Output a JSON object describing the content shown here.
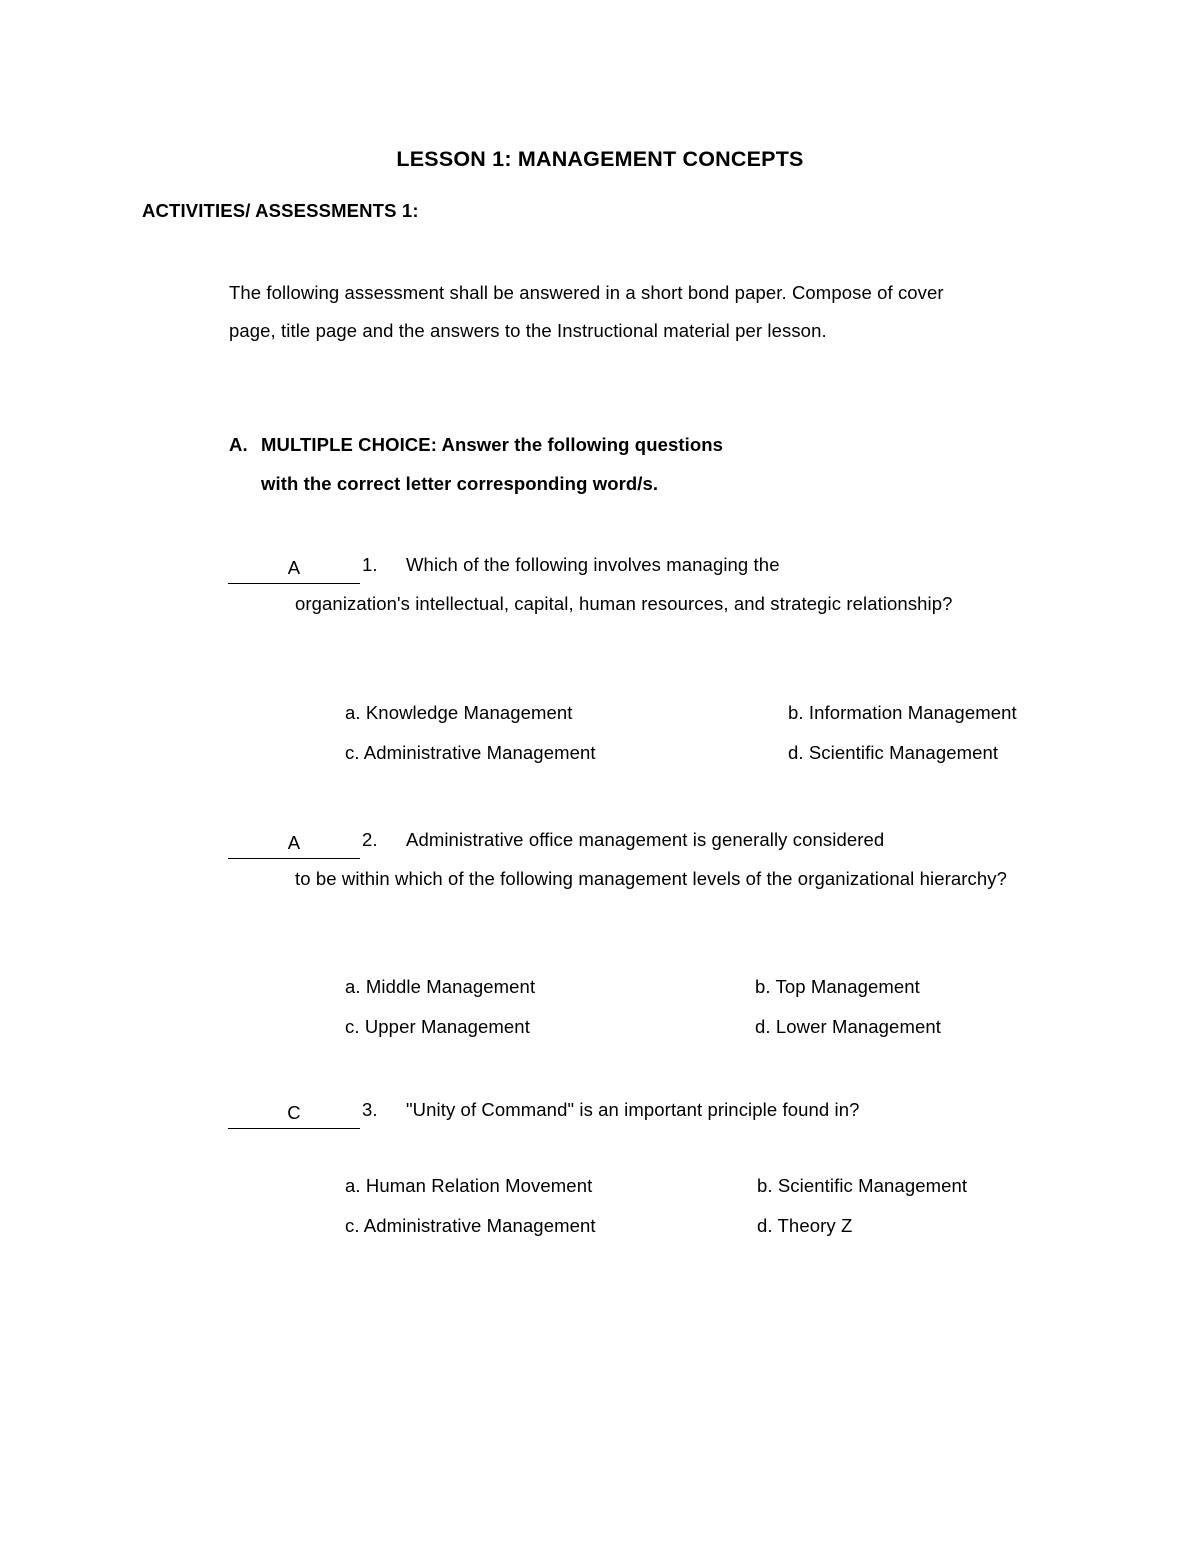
{
  "document": {
    "title": "LESSON 1: MANAGEMENT CONCEPTS",
    "section_heading": "ACTIVITIES/ ASSESSMENTS 1:",
    "intro": "The following assessment shall be answered in a short bond paper. Compose of cover page, title page and the answers to the Instructional material per lesson.",
    "part": {
      "letter": "A.",
      "line1": "MULTIPLE CHOICE: Answer the following questions",
      "line2": "with the correct letter corresponding word/s."
    }
  },
  "questions": [
    {
      "answer": "A",
      "number": "1.",
      "text_line1": "Which of the following involves managing the",
      "text_rest": "organization's intellectual, capital, human resources, and strategic relationship?",
      "options": {
        "a": "a.   Knowledge Management",
        "b": "b. Information Management",
        "c": "c.  Administrative Management",
        "d": "d. Scientific Management"
      }
    },
    {
      "answer": "A",
      "number": "2.",
      "text_line1": "Administrative office management is generally considered",
      "text_rest": "to be within which of the following management levels of the organizational hierarchy?",
      "options": {
        "a": "a. Middle Management",
        "b": "b. Top Management",
        "c": "c. Upper Management",
        "d": "d. Lower Management"
      }
    },
    {
      "answer": "C",
      "number": "3.",
      "text_line1": "\"Unity of Command\" is an important principle found in?",
      "text_rest": "",
      "options": {
        "a": "a.   Human Relation Movement",
        "b": "b. Scientific Management",
        "c": "c.  Administrative Management",
        "d": "d. Theory Z"
      }
    }
  ]
}
